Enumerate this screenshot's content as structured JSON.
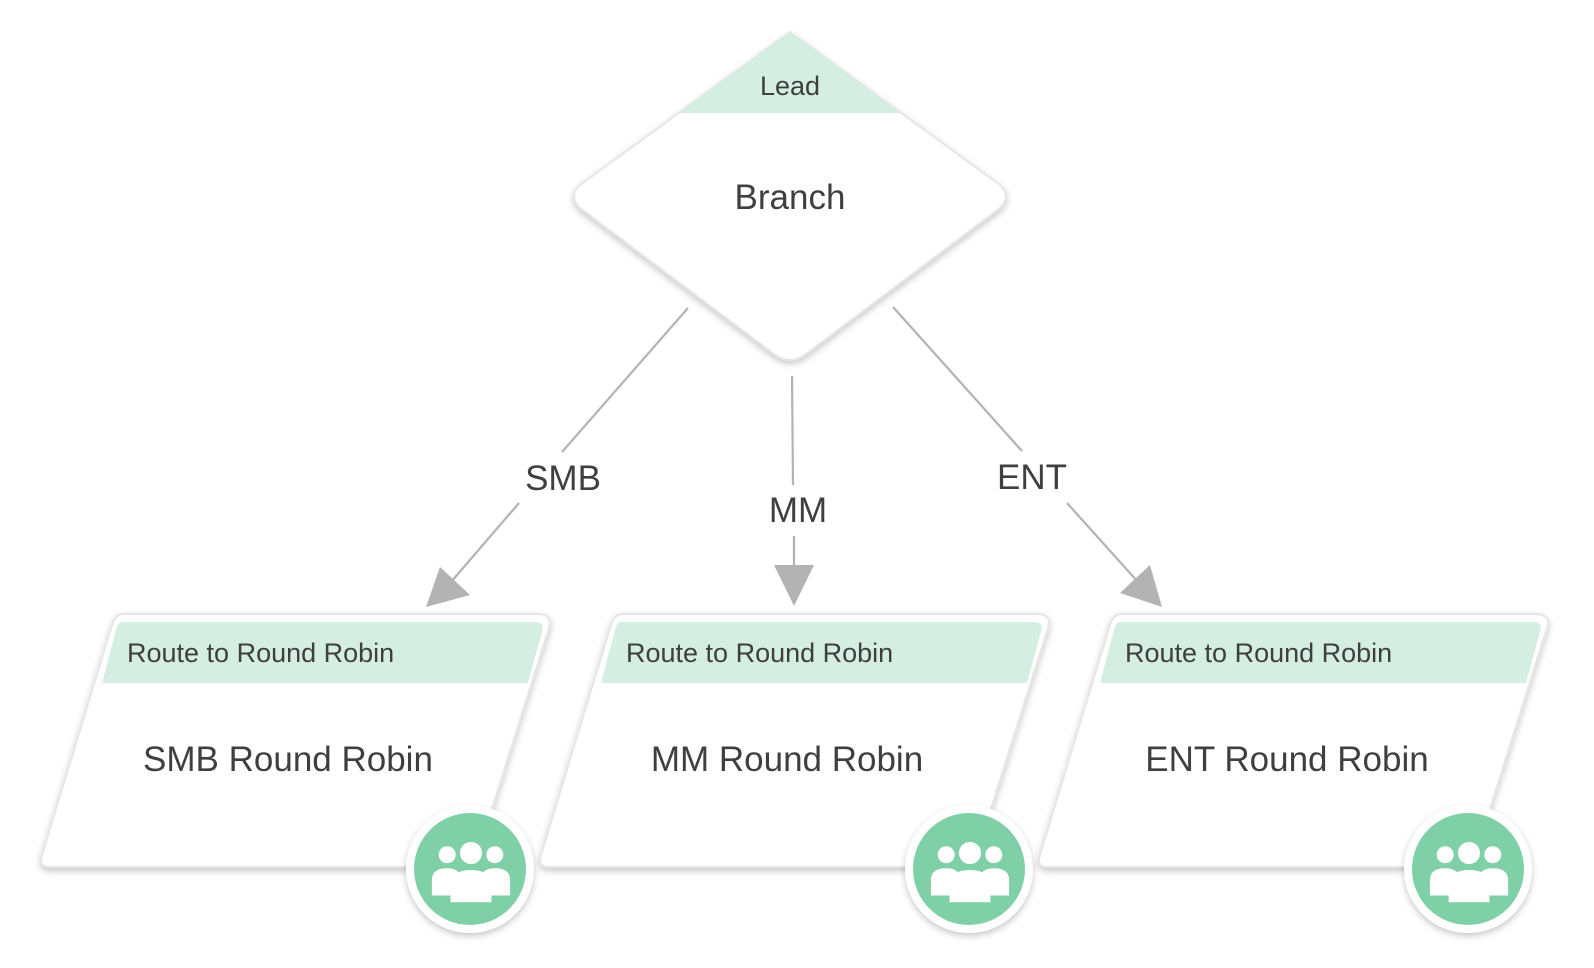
{
  "branch": {
    "header": "Lead",
    "title": "Branch"
  },
  "edges": [
    {
      "label": "SMB"
    },
    {
      "label": "MM"
    },
    {
      "label": "ENT"
    }
  ],
  "nodes": [
    {
      "header": "Route to Round Robin",
      "title": "SMB Round Robin",
      "icon": "group-icon"
    },
    {
      "header": "Route to Round Robin",
      "title": "MM Round Robin",
      "icon": "group-icon"
    },
    {
      "header": "Route to Round Robin",
      "title": "ENT Round Robin",
      "icon": "group-icon"
    }
  ],
  "colors": {
    "header_band": "#d5eee2",
    "badge": "#7fd0a6",
    "edge": "#b3b3b3",
    "text": "#3f3f3f"
  }
}
